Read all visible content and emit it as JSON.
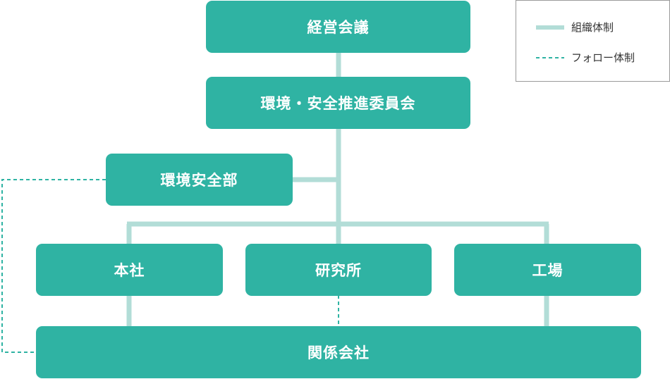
{
  "nodes": {
    "board": "経営会議",
    "committee": "環境・安全推進委員会",
    "dept": "環境安全部",
    "hq": "本社",
    "lab": "研究所",
    "factory": "工場",
    "affiliates": "関係会社"
  },
  "legend": {
    "solid_label": "組織体制",
    "dashed_label": "フォロー体制"
  },
  "colors": {
    "node_fill": "#2fb3a3",
    "solid_line": "#b2ddd7",
    "dashed_line": "#2fb3a3"
  }
}
